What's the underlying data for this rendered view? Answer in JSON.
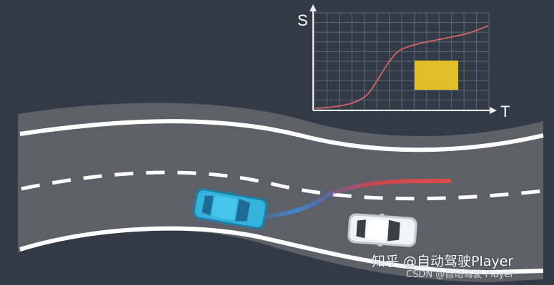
{
  "chart": {
    "y_axis_label": "S",
    "x_axis_label": "T",
    "colors": {
      "grid": "#5d6875",
      "axis": "#eef1f4",
      "curve": "#d5656b",
      "obstacle_box": "#e2bd2a"
    }
  },
  "road": {
    "colors": {
      "asphalt": "#5d6066",
      "edge_line": "#ffffff",
      "lane_dash": "#ffffff",
      "background": "#323a45"
    }
  },
  "vehicles": {
    "ego": {
      "color": "#34b4dc",
      "trail_color": "#3f8ad0"
    },
    "other": {
      "color": "#f2f3f4"
    },
    "planned_path_color": "#e0454a"
  },
  "watermarks": {
    "zhihu": "知乎 @自动驾驶Player",
    "csdn": "CSDN @自动驾驶 Player"
  }
}
